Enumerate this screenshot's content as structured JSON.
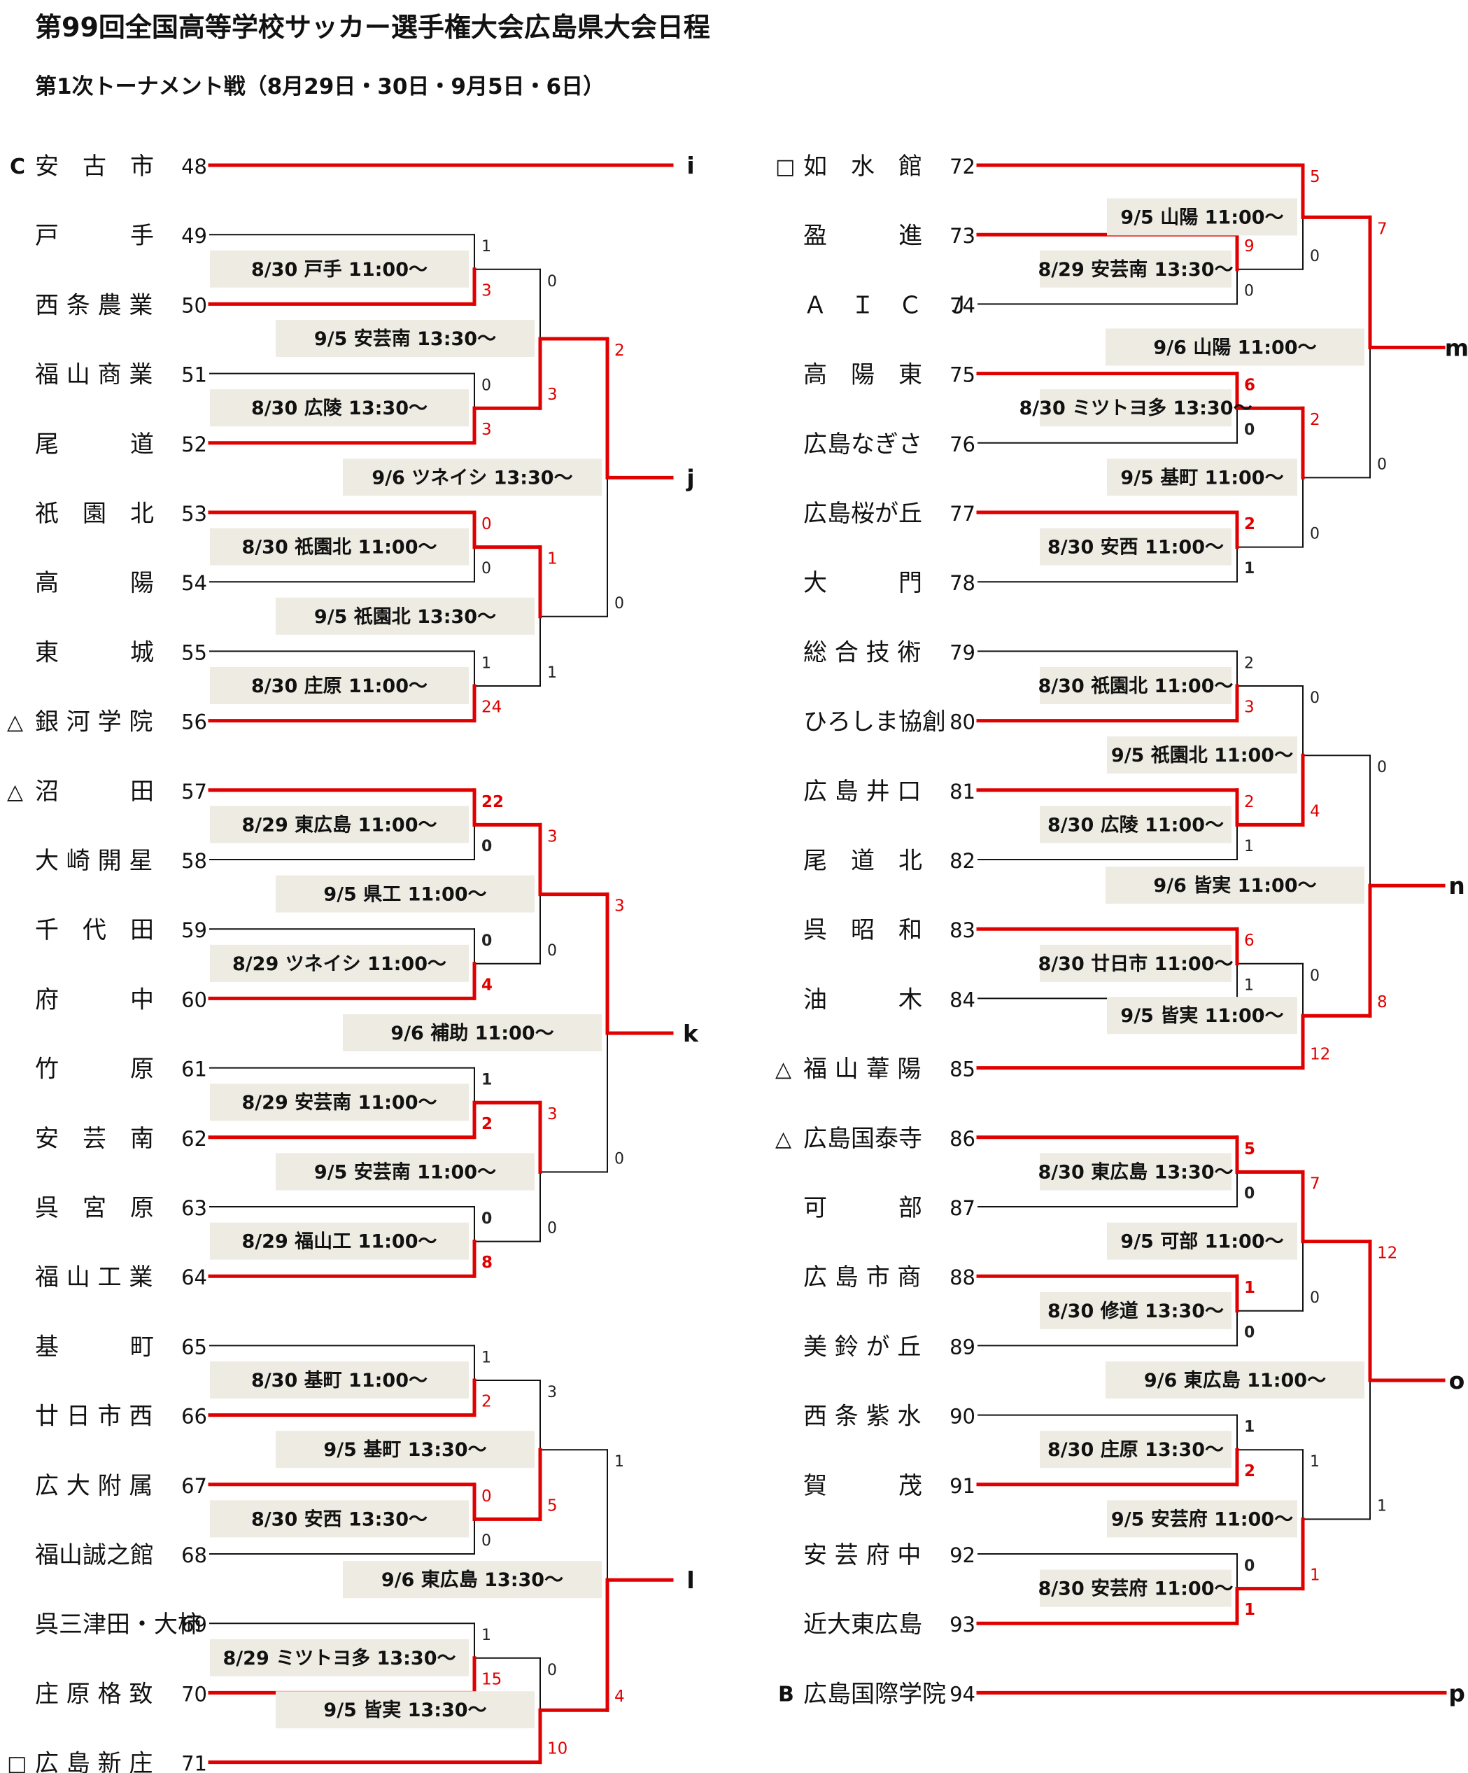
{
  "title": "第99回全国高等学校サッカー選手権大会広島県大会日程",
  "subtitle": "第1次トーナメント戦（8月29日・30日・9月5日・6日）",
  "colors": {
    "winner": "#e00000",
    "loser": "#111111",
    "label_bg": "#edebe2"
  },
  "teams": [
    {
      "num": "48",
      "name": "安　古　市",
      "mark": "C"
    },
    {
      "num": "49",
      "name": "戸　　　手",
      "mark": ""
    },
    {
      "num": "50",
      "name": "西 条 農 業",
      "mark": ""
    },
    {
      "num": "51",
      "name": "福 山 商 業",
      "mark": ""
    },
    {
      "num": "52",
      "name": "尾　　　道",
      "mark": ""
    },
    {
      "num": "53",
      "name": "祇　園　北",
      "mark": ""
    },
    {
      "num": "54",
      "name": "高　　　陽",
      "mark": ""
    },
    {
      "num": "55",
      "name": "東　　　城",
      "mark": ""
    },
    {
      "num": "56",
      "name": "銀 河 学 院",
      "mark": "△"
    },
    {
      "num": "57",
      "name": "沼　　　田",
      "mark": "△"
    },
    {
      "num": "58",
      "name": "大 崎 開 星",
      "mark": ""
    },
    {
      "num": "59",
      "name": "千　代　田",
      "mark": ""
    },
    {
      "num": "60",
      "name": "府　　　中",
      "mark": ""
    },
    {
      "num": "61",
      "name": "竹　　　原",
      "mark": ""
    },
    {
      "num": "62",
      "name": "安　芸　南",
      "mark": ""
    },
    {
      "num": "63",
      "name": "呉　宮　原",
      "mark": ""
    },
    {
      "num": "64",
      "name": "福 山 工 業",
      "mark": ""
    },
    {
      "num": "65",
      "name": "基　　　町",
      "mark": ""
    },
    {
      "num": "66",
      "name": "廿 日 市 西",
      "mark": ""
    },
    {
      "num": "67",
      "name": "広 大 附 属",
      "mark": ""
    },
    {
      "num": "68",
      "name": "福山誠之館",
      "mark": ""
    },
    {
      "num": "69",
      "name": "呉三津田・大柿",
      "mark": ""
    },
    {
      "num": "70",
      "name": "庄 原 格 致",
      "mark": ""
    },
    {
      "num": "71",
      "name": "広 島 新 庄",
      "mark": "□"
    },
    {
      "num": "72",
      "name": "如　水　館",
      "mark": "□"
    },
    {
      "num": "73",
      "name": "盈　　　進",
      "mark": ""
    },
    {
      "num": "74",
      "name": "Ａ　Ｉ　Ｃ　Ｊ",
      "mark": ""
    },
    {
      "num": "75",
      "name": "高　陽　東",
      "mark": ""
    },
    {
      "num": "76",
      "name": "広島なぎさ",
      "mark": ""
    },
    {
      "num": "77",
      "name": "広島桜が丘",
      "mark": ""
    },
    {
      "num": "78",
      "name": "大　　　門",
      "mark": ""
    },
    {
      "num": "79",
      "name": "総 合 技 術",
      "mark": ""
    },
    {
      "num": "80",
      "name": "ひろしま協創",
      "mark": ""
    },
    {
      "num": "81",
      "name": "広 島 井 口",
      "mark": ""
    },
    {
      "num": "82",
      "name": "尾　道　北",
      "mark": ""
    },
    {
      "num": "83",
      "name": "呉　昭　和",
      "mark": ""
    },
    {
      "num": "84",
      "name": "油　　　木",
      "mark": ""
    },
    {
      "num": "85",
      "name": "福 山 葦 陽",
      "mark": "△"
    },
    {
      "num": "86",
      "name": "広島国泰寺",
      "mark": "△"
    },
    {
      "num": "87",
      "name": "可　　　部",
      "mark": ""
    },
    {
      "num": "88",
      "name": "広 島 市 商",
      "mark": ""
    },
    {
      "num": "89",
      "name": "美 鈴 が 丘",
      "mark": ""
    },
    {
      "num": "90",
      "name": "西 条 紫 水",
      "mark": ""
    },
    {
      "num": "91",
      "name": "賀　　　茂",
      "mark": ""
    },
    {
      "num": "92",
      "name": "安 芸 府 中",
      "mark": ""
    },
    {
      "num": "93",
      "name": "近大東広島",
      "mark": ""
    },
    {
      "num": "94",
      "name": "広島国際学院",
      "mark": "B"
    }
  ],
  "matches": [
    {
      "label": "8/30 戸手 11:00～",
      "s1": "1",
      "s2": "3",
      "w": 2,
      "bold": false
    },
    {
      "label": "8/30 広陵 13:30～",
      "s1": "0",
      "s2": "3",
      "w": 2,
      "bold": false
    },
    {
      "label": "9/5 安芸南 13:30～",
      "s1": "0",
      "s2": "3",
      "w": 2,
      "bold": false
    },
    {
      "label": "8/30 祇園北 11:00～",
      "s1": "0",
      "s2": "0",
      "w": 1,
      "bold": false
    },
    {
      "label": "8/30 庄原 11:00～",
      "s1": "1",
      "s2": "24",
      "w": 2,
      "bold": false
    },
    {
      "label": "9/5 祇園北 13:30～",
      "s1": "1",
      "s2": "1",
      "w": 1,
      "bold": false
    },
    {
      "label": "9/6 ツネイシ 13:30～",
      "s1": "2",
      "s2": "0",
      "w": 1,
      "bold": false
    },
    {
      "label": "8/29 東広島 11:00～",
      "s1": "22",
      "s2": "0",
      "w": 1,
      "bold": true
    },
    {
      "label": "8/29 ツネイシ 11:00～",
      "s1": "0",
      "s2": "4",
      "w": 2,
      "bold": true
    },
    {
      "label": "9/5 県工 11:00～",
      "s1": "3",
      "s2": "0",
      "w": 1,
      "bold": false
    },
    {
      "label": "8/29 安芸南 11:00～",
      "s1": "1",
      "s2": "2",
      "w": 2,
      "bold": true
    },
    {
      "label": "8/29 福山工 11:00～",
      "s1": "0",
      "s2": "8",
      "w": 2,
      "bold": true
    },
    {
      "label": "9/5 安芸南 11:00～",
      "s1": "3",
      "s2": "0",
      "w": 1,
      "bold": false
    },
    {
      "label": "9/6 補助 11:00～",
      "s1": "3",
      "s2": "0",
      "w": 1,
      "bold": false
    },
    {
      "label": "8/30 基町 11:00～",
      "s1": "1",
      "s2": "2",
      "w": 2,
      "bold": false
    },
    {
      "label": "8/30 安西 13:30～",
      "s1": "0",
      "s2": "0",
      "w": 1,
      "bold": false
    },
    {
      "label": "9/5 基町 13:30～",
      "s1": "3",
      "s2": "5",
      "w": 2,
      "bold": false
    },
    {
      "label": "8/29 ミツトヨ多 13:30～",
      "s1": "1",
      "s2": "15",
      "w": 2,
      "bold": false
    },
    {
      "label": "9/5 皆実 13:30～",
      "s1": "0",
      "s2": "10",
      "w": 2,
      "bold": false
    },
    {
      "label": "9/6 東広島 13:30～",
      "s1": "1",
      "s2": "4",
      "w": 2,
      "bold": false
    },
    {
      "label": "8/29 安芸南 13:30～",
      "s1": "9",
      "s2": "0",
      "w": 1,
      "bold": false
    },
    {
      "label": "9/5 山陽 11:00～",
      "s1": "5",
      "s2": "0",
      "w": 1,
      "bold": false
    },
    {
      "label": "8/30 ミツトヨ多 13:30～",
      "s1": "6",
      "s2": "0",
      "w": 1,
      "bold": true
    },
    {
      "label": "8/30 安西 11:00～",
      "s1": "2",
      "s2": "1",
      "w": 1,
      "bold": true
    },
    {
      "label": "9/5 基町 11:00～",
      "s1": "2",
      "s2": "0",
      "w": 1,
      "bold": false
    },
    {
      "label": "9/6 山陽 11:00～",
      "s1": "7",
      "s2": "0",
      "w": 1,
      "bold": false
    },
    {
      "label": "8/30 祇園北 11:00～",
      "s1": "2",
      "s2": "3",
      "w": 2,
      "bold": false
    },
    {
      "label": "8/30 広陵 11:00～",
      "s1": "2",
      "s2": "1",
      "w": 1,
      "bold": false
    },
    {
      "label": "9/5 祇園北 11:00～",
      "s1": "0",
      "s2": "4",
      "w": 2,
      "bold": false
    },
    {
      "label": "8/30 廿日市 11:00～",
      "s1": "6",
      "s2": "1",
      "w": 1,
      "bold": false
    },
    {
      "label": "9/5 皆実 11:00～",
      "s1": "0",
      "s2": "12",
      "w": 2,
      "bold": false
    },
    {
      "label": "9/6 皆実 11:00～",
      "s1": "0",
      "s2": "8",
      "w": 2,
      "bold": false
    },
    {
      "label": "8/30 東広島 13:30～",
      "s1": "5",
      "s2": "0",
      "w": 1,
      "bold": true
    },
    {
      "label": "8/30 修道 13:30～",
      "s1": "1",
      "s2": "0",
      "w": 1,
      "bold": true
    },
    {
      "label": "9/5 可部 11:00～",
      "s1": "7",
      "s2": "0",
      "w": 1,
      "bold": false
    },
    {
      "label": "8/30 庄原 13:30～",
      "s1": "1",
      "s2": "2",
      "w": 2,
      "bold": true
    },
    {
      "label": "8/30 安芸府 11:00～",
      "s1": "0",
      "s2": "1",
      "w": 2,
      "bold": true
    },
    {
      "label": "9/5 安芸府 11:00～",
      "s1": "1",
      "s2": "1",
      "w": 2,
      "bold": false
    },
    {
      "label": "9/6 東広島 11:00～",
      "s1": "12",
      "s2": "1",
      "w": 1,
      "bold": false
    }
  ],
  "slots": [
    "i",
    "j",
    "k",
    "l",
    "m",
    "n",
    "o",
    "p"
  ]
}
